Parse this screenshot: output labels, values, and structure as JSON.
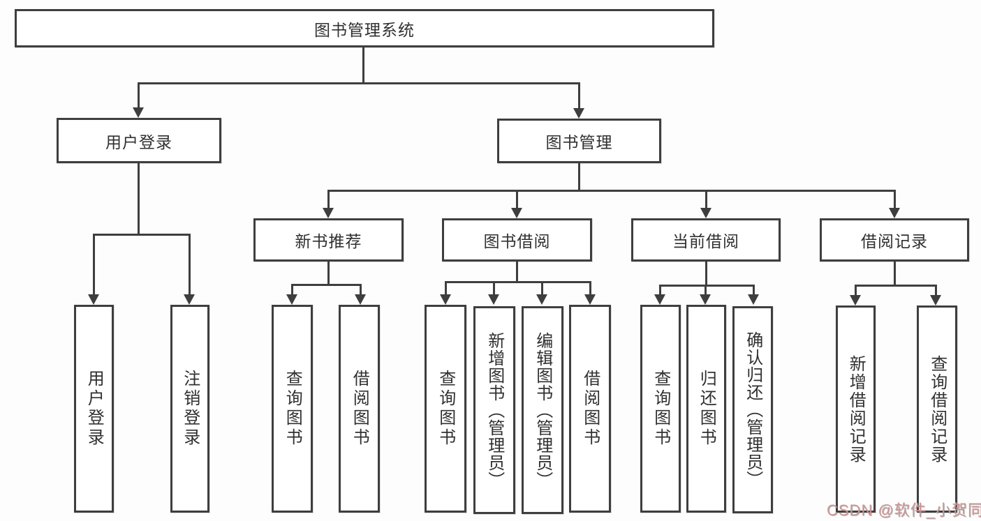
{
  "diagram_title": "图书管理系统",
  "colors": {
    "line": "#3e3e3e",
    "box_border": "#3e3e3e",
    "box_fill": "#ffffff",
    "text": "#303030",
    "watermark_pink": "#cf9494",
    "background": "#fdfdfd"
  },
  "tree": {
    "label": "图书管理系统",
    "children": [
      {
        "label": "用户登录",
        "children": [
          {
            "label": "用户登录"
          },
          {
            "label": "注销登录"
          }
        ]
      },
      {
        "label": "图书管理",
        "children": [
          {
            "label": "新书推荐",
            "children": [
              {
                "label": "查询图书"
              },
              {
                "label": "借阅图书"
              }
            ]
          },
          {
            "label": "图书借阅",
            "children": [
              {
                "label": "查询图书"
              },
              {
                "label": "新增图书（管理员）"
              },
              {
                "label": "编辑图书（管理员）"
              },
              {
                "label": "借阅图书"
              }
            ]
          },
          {
            "label": "当前借阅",
            "children": [
              {
                "label": "查询图书"
              },
              {
                "label": "归还图书"
              },
              {
                "label": "确认归还（管理员）"
              }
            ]
          },
          {
            "label": "借阅记录",
            "children": [
              {
                "label": "新增借阅记录"
              },
              {
                "label": "查询借阅记录"
              }
            ]
          }
        ]
      }
    ]
  },
  "watermark": {
    "text": "CSDN @软件_小贺同学"
  }
}
